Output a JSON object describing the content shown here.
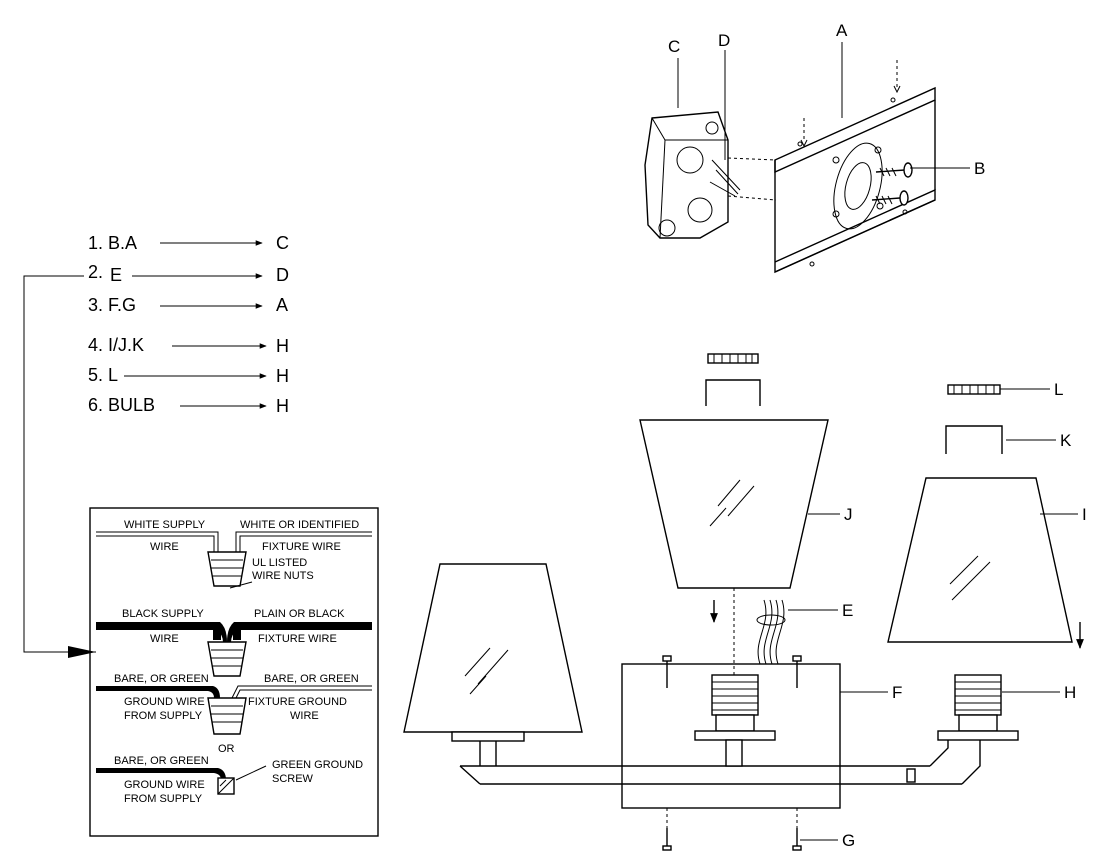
{
  "part_labels": {
    "a": "A",
    "b": "B",
    "c": "C",
    "d": "D",
    "e": "E",
    "f": "F",
    "g": "G",
    "h": "H",
    "i": "I",
    "j": "J",
    "k": "K",
    "l": "L"
  },
  "steps": [
    {
      "num": "1.",
      "from": "B.A",
      "to": "C"
    },
    {
      "num": "2.",
      "from": "E",
      "to": "D"
    },
    {
      "num": "3.",
      "from": "F.G",
      "to": "A"
    },
    {
      "num": "4.",
      "from": "I/J.K",
      "to": "H"
    },
    {
      "num": "5.",
      "from": "L",
      "to": "H"
    },
    {
      "num": "6.",
      "from": "BULB",
      "to": "H"
    }
  ],
  "wiring": {
    "white_supply": "WHITE SUPPLY",
    "white_supply_2": "WIRE",
    "white_fixture": "WHITE OR IDENTIFIED",
    "white_fixture_2": "FIXTURE WIRE",
    "nuts": "UL LISTED",
    "nuts_2": "WIRE NUTS",
    "black_supply": "BLACK SUPPLY",
    "black_supply_2": "WIRE",
    "black_fixture": "PLAIN OR BLACK",
    "black_fixture_2": "FIXTURE WIRE",
    "ground_supply": "BARE, OR GREEN",
    "ground_supply_2": "GROUND WIRE",
    "ground_supply_3": "FROM SUPPLY",
    "ground_fixture": "BARE, OR GREEN",
    "ground_fixture_2": "FIXTURE GROUND",
    "ground_fixture_3": "WIRE",
    "or": "OR",
    "screw_supply": "BARE, OR GREEN",
    "screw_supply_2": "GROUND WIRE",
    "screw_supply_3": "FROM SUPPLY",
    "screw": "GREEN GROUND",
    "screw_2": "SCREW"
  }
}
